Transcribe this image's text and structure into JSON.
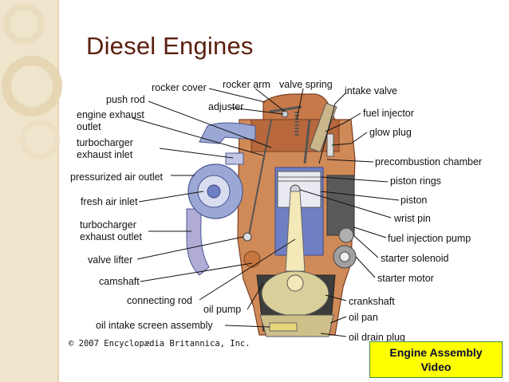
{
  "slide": {
    "title": "Diesel Engines",
    "copyright": "© 2007 Encyclopædia Britannica, Inc.",
    "video_button": {
      "line1": "Engine Assembly",
      "line2": "Video"
    }
  },
  "labels": {
    "rocker_cover": "rocker cover",
    "rocker_arm": "rocker arm",
    "valve_spring": "valve spring",
    "intake_valve": "intake valve",
    "push_rod": "push rod",
    "adjuster": "adjuster",
    "fuel_injector": "fuel injector",
    "engine_exhaust_outlet_1": "engine exhaust",
    "engine_exhaust_outlet_2": "outlet",
    "glow_plug": "glow plug",
    "turbocharger_exhaust_inlet_1": "turbocharger",
    "turbocharger_exhaust_inlet_2": "exhaust inlet",
    "precombustion_chamber": "precombustion chamber",
    "pressurized_air_outlet": "pressurized air outlet",
    "piston_rings": "piston rings",
    "fresh_air_inlet": "fresh air inlet",
    "piston": "piston",
    "wrist_pin": "wrist pin",
    "turbocharger_exhaust_outlet_1": "turbocharger",
    "turbocharger_exhaust_outlet_2": "exhaust outlet",
    "fuel_injection_pump": "fuel injection pump",
    "valve_lifter": "valve lifter",
    "starter_solenoid": "starter solenoid",
    "camshaft": "camshaft",
    "starter_motor": "starter motor",
    "connecting_rod": "connecting rod",
    "crankshaft": "crankshaft",
    "oil_pump": "oil pump",
    "oil_pan": "oil pan",
    "oil_intake_screen_assembly": "oil intake screen assembly",
    "oil_drain_plug": "oil drain plug"
  },
  "colors": {
    "title": "#5a1f0f",
    "engine_brown": "#c7794a",
    "engine_dark": "#8a4a2a",
    "turbo_blue": "#9ba8d6",
    "cylinder_blue": "#6f7fc4",
    "button_fill": "#ffff00"
  }
}
